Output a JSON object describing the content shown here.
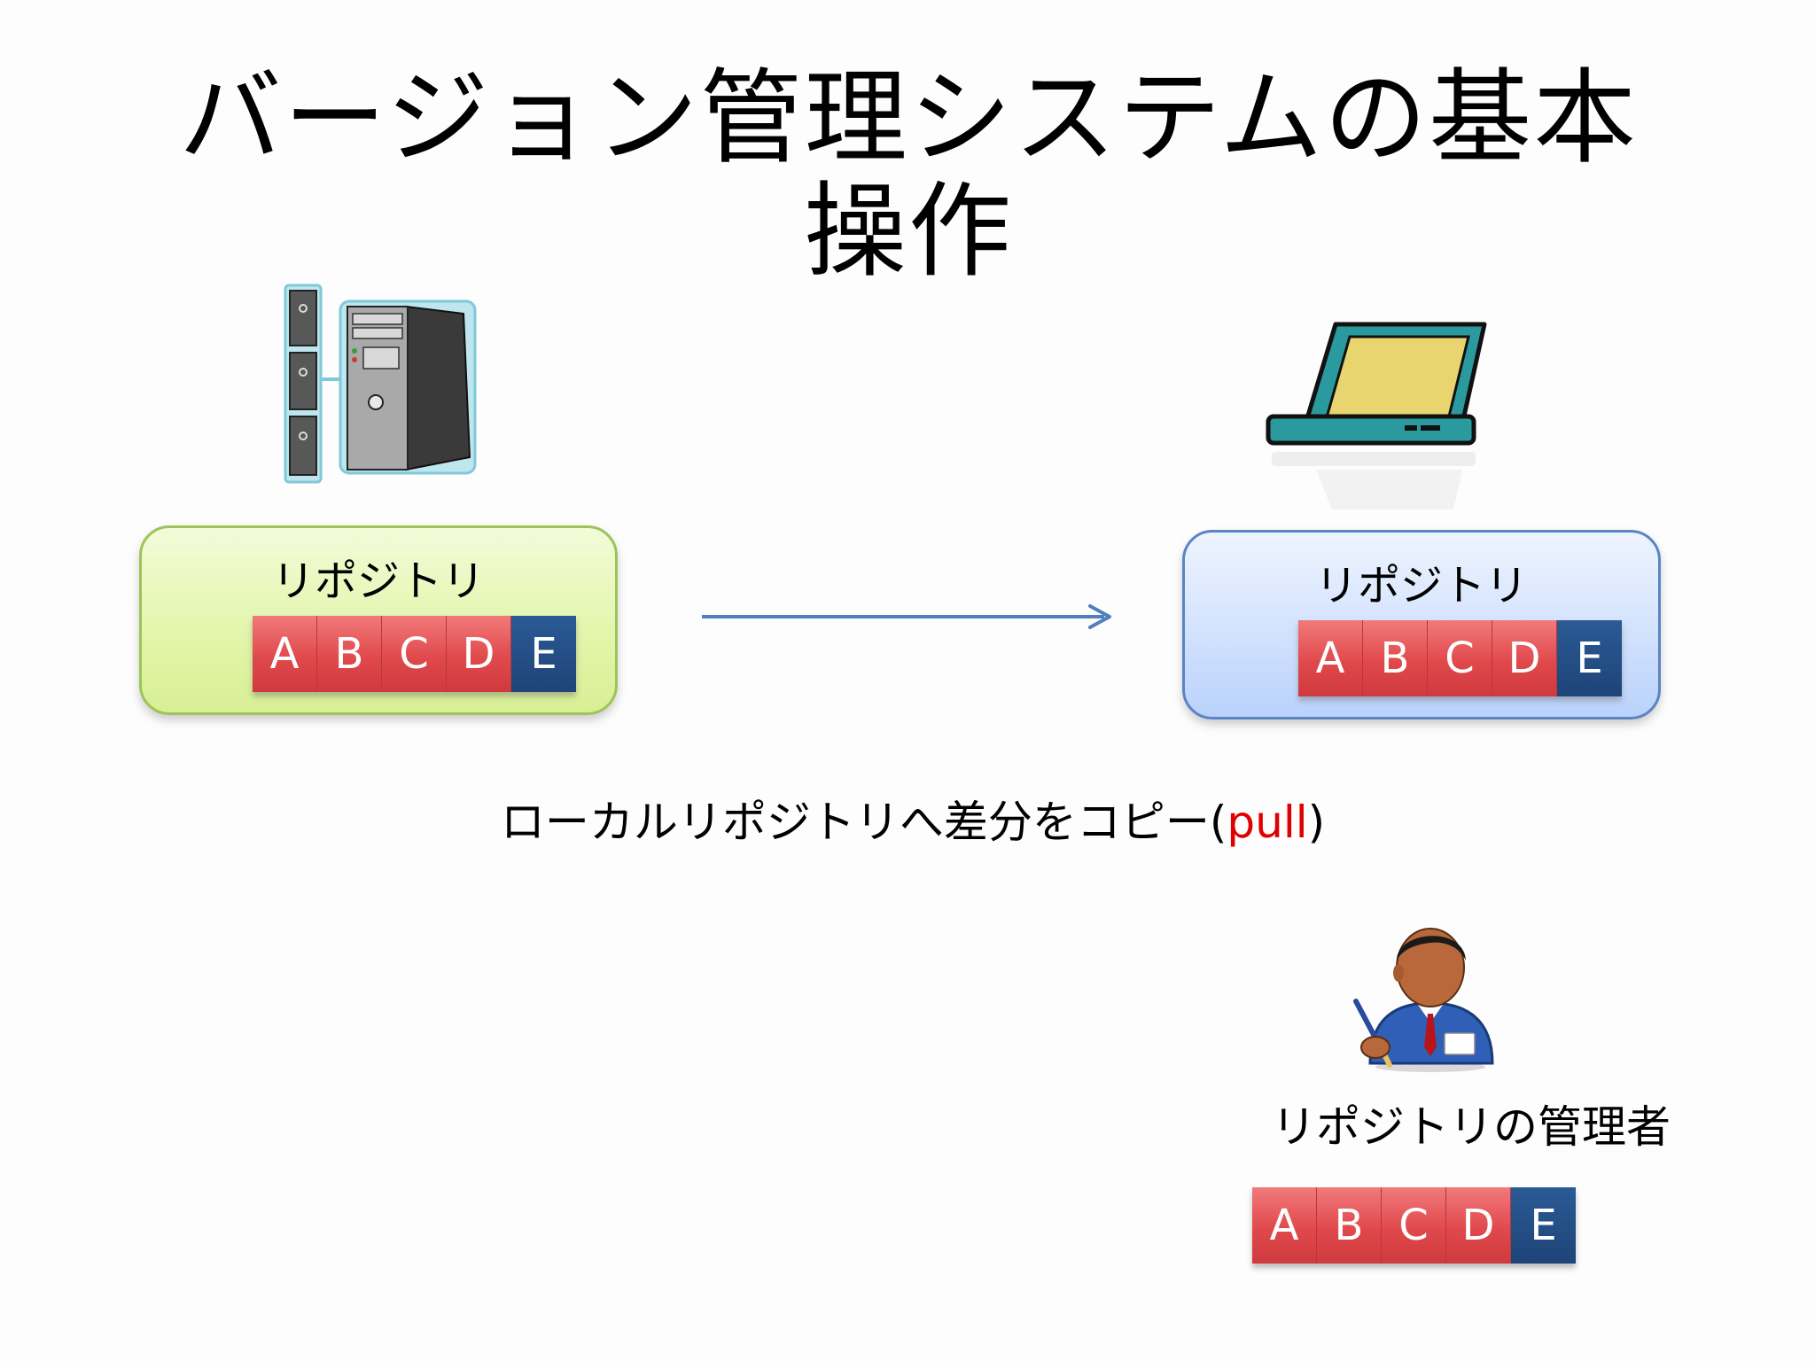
{
  "title": "バージョン管理システムの基本操作",
  "server_repo": {
    "label": "リポジトリ",
    "commits": [
      "A",
      "B",
      "C",
      "D",
      "E"
    ]
  },
  "local_repo": {
    "label": "リポジトリ",
    "commits": [
      "A",
      "B",
      "C",
      "D",
      "E"
    ]
  },
  "caption": {
    "text": "ローカルリポジトリへ差分をコピー",
    "open_paren": "(",
    "keyword": "pull",
    "close_paren": ")"
  },
  "admin": {
    "label": "リポジトリの管理者",
    "commits": [
      "A",
      "B",
      "C",
      "D",
      "E"
    ]
  },
  "colors": {
    "commit": "#e0494c",
    "head_commit": "#1e4478",
    "arrow": "#4f7fbd",
    "server_repo_bg": "#e2f5a9",
    "local_repo_bg": "#cfe0fd",
    "keyword": "#e00000"
  },
  "icons": {
    "server": "server-tower-icon",
    "laptop": "laptop-icon",
    "admin": "person-icon",
    "arrow": "arrow-right-icon"
  }
}
